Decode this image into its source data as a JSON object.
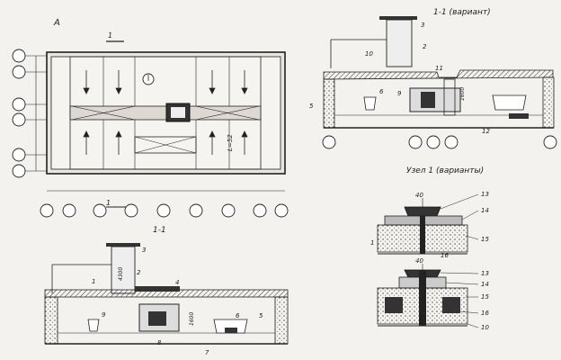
{
  "plan": {
    "corner_letter": "A",
    "section_marker": "1",
    "bottom_marker": "1",
    "dim_label": "L=52"
  },
  "section_11": {
    "title": "1-1",
    "callouts": [
      "1",
      "2",
      "3",
      "4",
      "5",
      "6",
      "7",
      "8",
      "9"
    ],
    "height_a": "4300",
    "height_b": "1600"
  },
  "section_11_variant": {
    "title": "1-1 (вариант)",
    "callouts": [
      "2",
      "3",
      "5",
      "6",
      "9",
      "10",
      "11",
      "12"
    ],
    "height": "1600"
  },
  "node_variants": {
    "title": "Узел 1 (варианты)",
    "top_detail": {
      "dim": "40",
      "callouts": [
        "1",
        "13",
        "14",
        "15",
        "16"
      ]
    },
    "bottom_detail": {
      "dim": "40",
      "callouts": [
        "13",
        "14",
        "15",
        "16",
        "10"
      ]
    }
  }
}
